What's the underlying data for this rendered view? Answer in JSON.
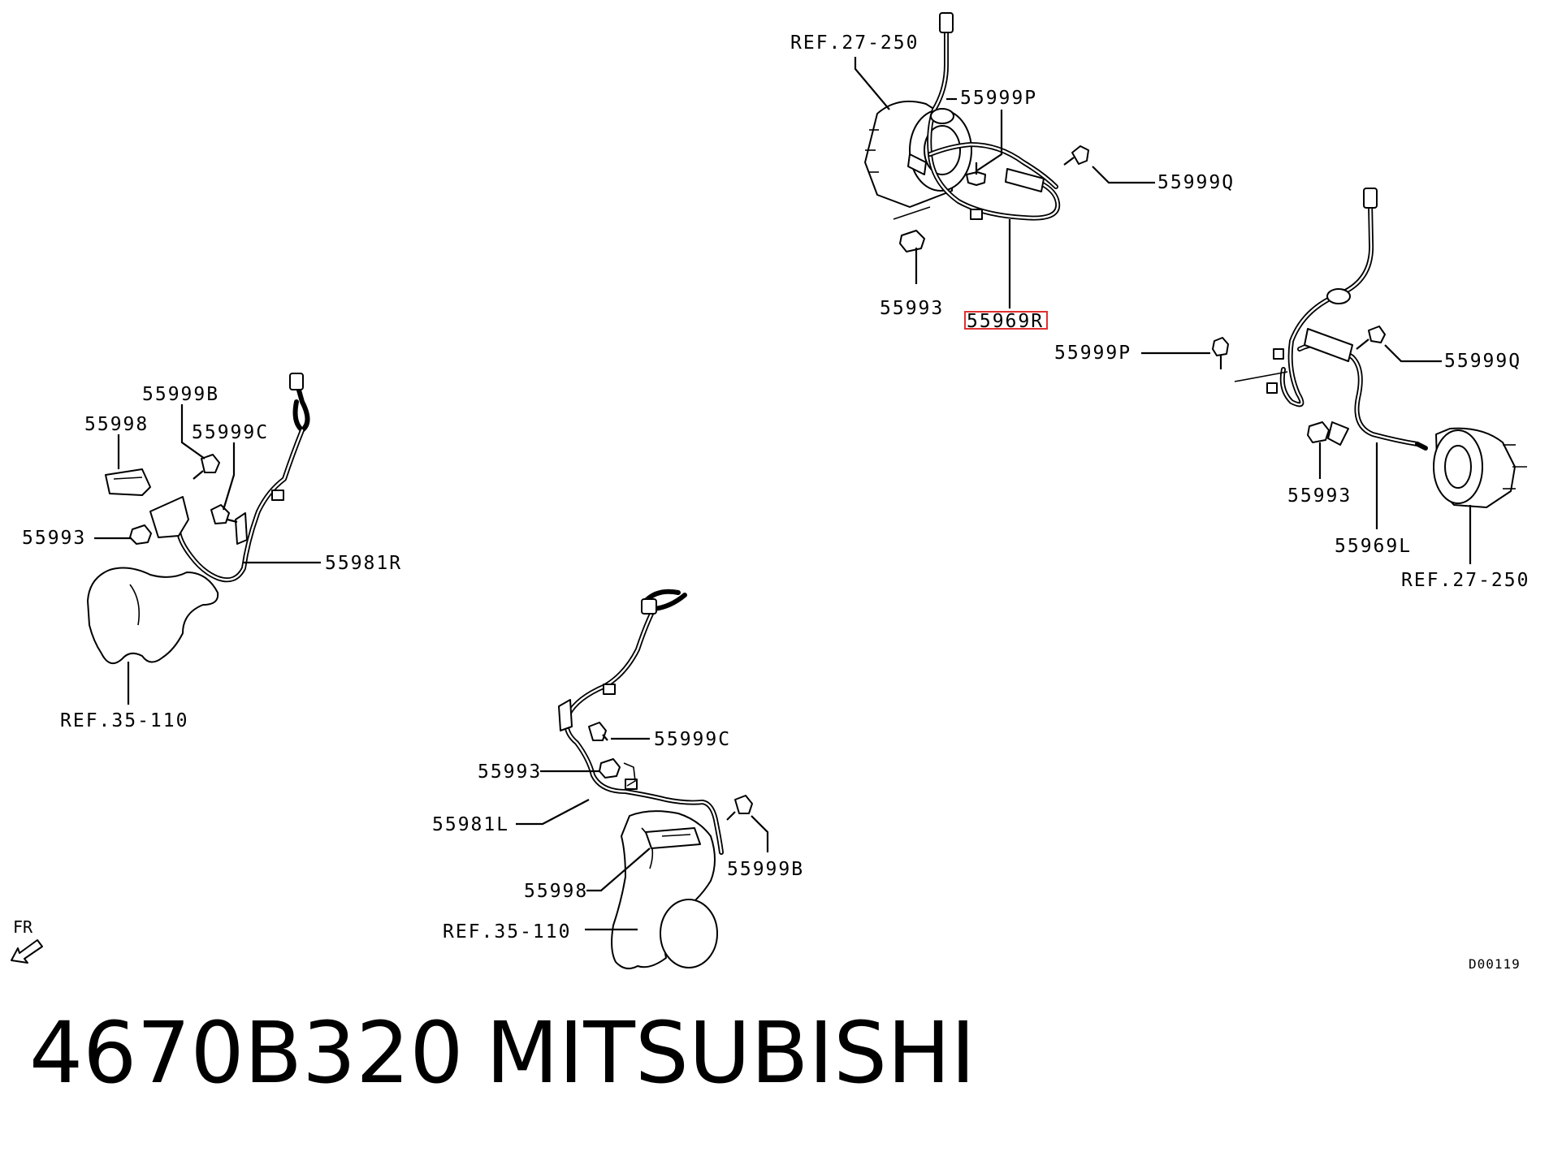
{
  "labels": {
    "ref_27_250_top": "REF.27-250",
    "p_55999P_top": "55999P",
    "p_55999Q_top": "55999Q",
    "p_55993_top": "55993",
    "p_55969R": "55969R",
    "p_55999P_right": "55999P",
    "p_55999Q_right": "55999Q",
    "p_55993_right": "55993",
    "p_55969L": "55969L",
    "ref_27_250_right": "REF.27-250",
    "p_55999B_left": "55999B",
    "p_55998_left": "55998",
    "p_55999C_left": "55999C",
    "p_55993_left": "55993",
    "p_55981R": "55981R",
    "ref_35_110_left": "REF.35-110",
    "p_55999C_bottom": "55999C",
    "p_55993_bottom": "55993",
    "p_55981L": "55981L",
    "p_55998_bottom": "55998",
    "p_55999B_bottom": "55999B",
    "ref_35_110_bottom": "REF.35-110"
  },
  "highlight": {
    "color": "#e03030"
  },
  "fr_label": "FR",
  "drawing_code": "D00119",
  "footer": {
    "part_number": "4670B320",
    "brand": "MITSUBISHI"
  }
}
